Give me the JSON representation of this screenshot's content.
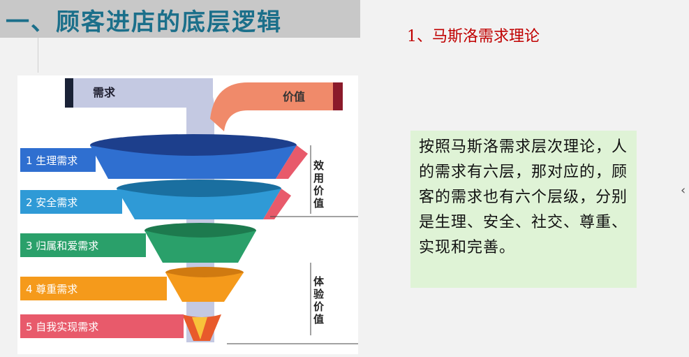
{
  "header": {
    "title": "一、顾客进店的底层逻辑"
  },
  "subtitle": "1、马斯洛需求理论",
  "diagram": {
    "demand_label": "需求",
    "value_label": "价值",
    "utility_value": "效用价值",
    "experience_value": "体验价值",
    "levels": [
      {
        "label": "1 生理需求",
        "color": "#2f6fd0"
      },
      {
        "label": "2 安全需求",
        "color": "#2f9ad6"
      },
      {
        "label": "3 归属和爱需求",
        "color": "#2aa06a"
      },
      {
        "label": "4 尊重需求",
        "color": "#f59a1b"
      },
      {
        "label": "5 自我实现需求",
        "color": "#e85a6b"
      }
    ]
  },
  "description": "按照马斯洛需求层次理论，人的需求有六层，那对应的，顾客的需求也有六个层级，分别是生理、安全、社交、尊重、实现和完善。",
  "nav": {
    "chevron": "‹"
  }
}
